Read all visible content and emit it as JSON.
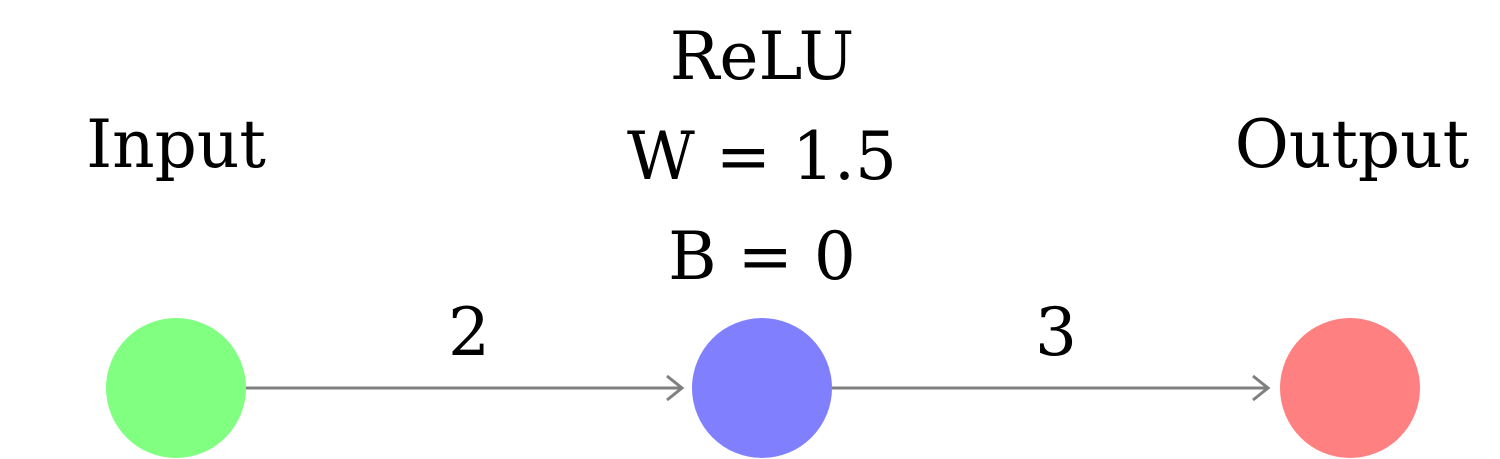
{
  "nodes": [
    {
      "id": "input",
      "label": "Input",
      "color": "#80ff80"
    },
    {
      "id": "hidden",
      "label_lines": [
        "ReLU",
        "W = 1.5",
        "B = 0"
      ],
      "color": "#8080ff"
    },
    {
      "id": "output",
      "label": "Output",
      "color": "#ff8080"
    }
  ],
  "edges": [
    {
      "from": "input",
      "to": "hidden",
      "label": "2"
    },
    {
      "from": "hidden",
      "to": "output",
      "label": "3"
    }
  ],
  "edge_color": "#808080"
}
